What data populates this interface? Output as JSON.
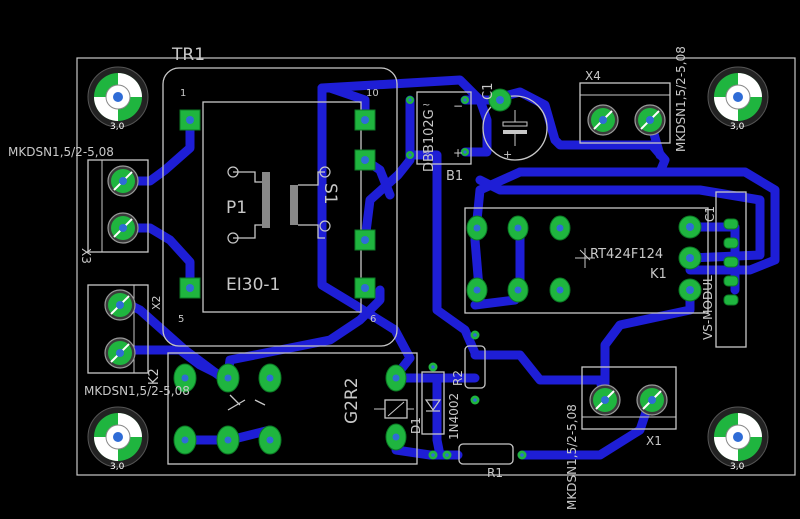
{
  "board": {
    "colors": {
      "background": "#000000",
      "outline": "#c8c8c8",
      "trace": "#1e1ed6",
      "pad": "#1fb53f",
      "silkscreen": "#c8c8c8"
    }
  },
  "components": {
    "transformer": {
      "name": "TR1",
      "value": "EI30-1",
      "pin1": "1",
      "pin5": "5",
      "pin6": "6",
      "pin10": "10",
      "p1": "P1",
      "s1": "S1"
    },
    "bridge": {
      "name": "B1",
      "value": "DBB102G",
      "ac1": "~",
      "ac2": "~",
      "minus": "−",
      "plus": "+"
    },
    "capacitor1": {
      "name": "C1",
      "plus": "+"
    },
    "relay_k1": {
      "name": "K1",
      "value": "RT424F124"
    },
    "vs_module": {
      "name": "C1",
      "value": "VS-MODUL"
    },
    "relay_k2": {
      "name": "K2",
      "value": "G2R2"
    },
    "diode": {
      "name": "D1",
      "value": "1N4002"
    },
    "resistor1": {
      "name": "R1"
    },
    "resistor2": {
      "name": "R2"
    },
    "terminal_x1": {
      "name": "X1",
      "value": "MKDSN1,5/2-5,08"
    },
    "terminal_x2": {
      "name": "X2",
      "value": "MKDSN1,5/2-5,08"
    },
    "terminal_x3": {
      "name": "X3",
      "value": "MKDSN1,5/2-5,08"
    },
    "terminal_x4": {
      "name": "X4",
      "value": "MKDSN1,5/2-5,08"
    }
  },
  "mounting_holes": {
    "label": "3,0"
  }
}
